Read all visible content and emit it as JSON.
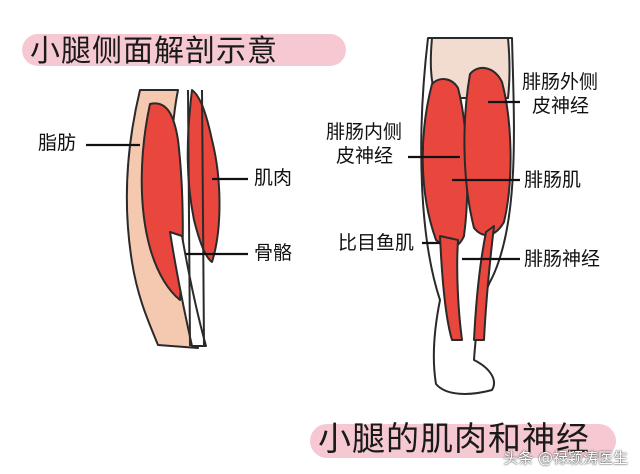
{
  "left_figure": {
    "title": "小腿侧面解剖示意",
    "labels": {
      "fat": "脂肪",
      "muscle": "肌肉",
      "bone": "骨骼"
    }
  },
  "right_figure": {
    "title": "小腿的肌肉和神经",
    "labels": {
      "lateral_sural_nerve_line1": "腓肠外侧",
      "lateral_sural_nerve_line2": "皮神经",
      "medial_sural_nerve_line1": "腓肠内侧",
      "medial_sural_nerve_line2": "皮神经",
      "gastrocnemius": "腓肠肌",
      "soleus": "比目鱼肌",
      "sural_nerve": "腓肠神经"
    }
  },
  "watermark": "头条 @禄颖涛医生",
  "colors": {
    "muscle": "#e9473e",
    "fat": "#f5c9b0",
    "bone": "#ffffff",
    "outline": "#2a2a2a",
    "title_highlight": "#f6c9d2"
  }
}
